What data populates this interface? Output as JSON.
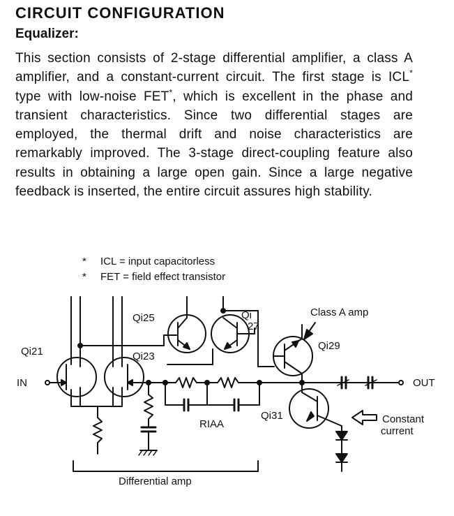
{
  "heading": "CIRCUIT CONFIGURATION",
  "subheading": "Equalizer:",
  "paragraph": {
    "part1": "This section consists of 2-stage differential amplifier, a class A amplifier, and a constant-current circuit. The first stage is ICL",
    "sup1": "*",
    "part2": " type with low-noise FET",
    "sup2": "*",
    "part3": ", which is excellent in the phase and transient characteristics. Since two differential stages are employed, the thermal drift and noise characteristics are remarkably improved. The 3-stage direct-coupling feature also results in obtaining a large open gain. Since a large negative feedback is inserted, the entire circuit assures high stability."
  },
  "notes": [
    {
      "star": "*",
      "text": "ICL = input capacitorless"
    },
    {
      "star": "*",
      "text": "FET = field effect transistor"
    }
  ],
  "diagram": {
    "labels": {
      "qi21": "Qi21",
      "qi23": "Qi23",
      "qi25": "Qi25",
      "qi27_a": "Qi",
      "qi27_b": "27",
      "qi29": "Qi29",
      "qi31": "Qi31",
      "class_a": "Class A amp",
      "in": "IN",
      "out": "OUT",
      "riaa": "RIAA",
      "constant_1": "Constant",
      "constant_2": "current",
      "differential": "Differential amp"
    }
  }
}
